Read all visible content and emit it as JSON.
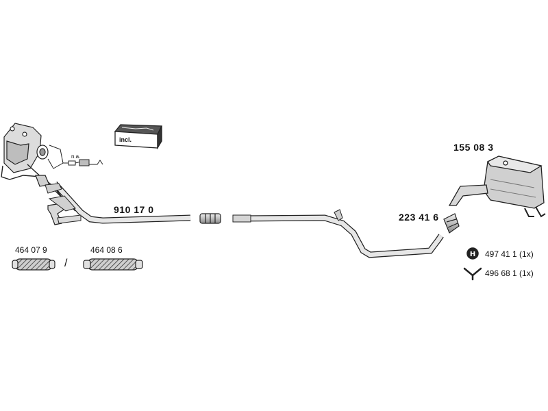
{
  "parts": {
    "catalyst_label": "n.a.",
    "incl_label": "incl.",
    "front_pipe": "910 17 0",
    "flex_a": "464 07 9",
    "flex_separator": "/",
    "flex_b": "464 08 6",
    "rear_muffler": "155 08 3",
    "clamp": "223 41 6",
    "mount_a": "497 41 1 (1x)",
    "mount_b": "496 68 1 (1x)"
  },
  "colors": {
    "stroke": "#222222",
    "fill_light": "#d9d9d9",
    "fill_mid": "#b5b5b5"
  }
}
